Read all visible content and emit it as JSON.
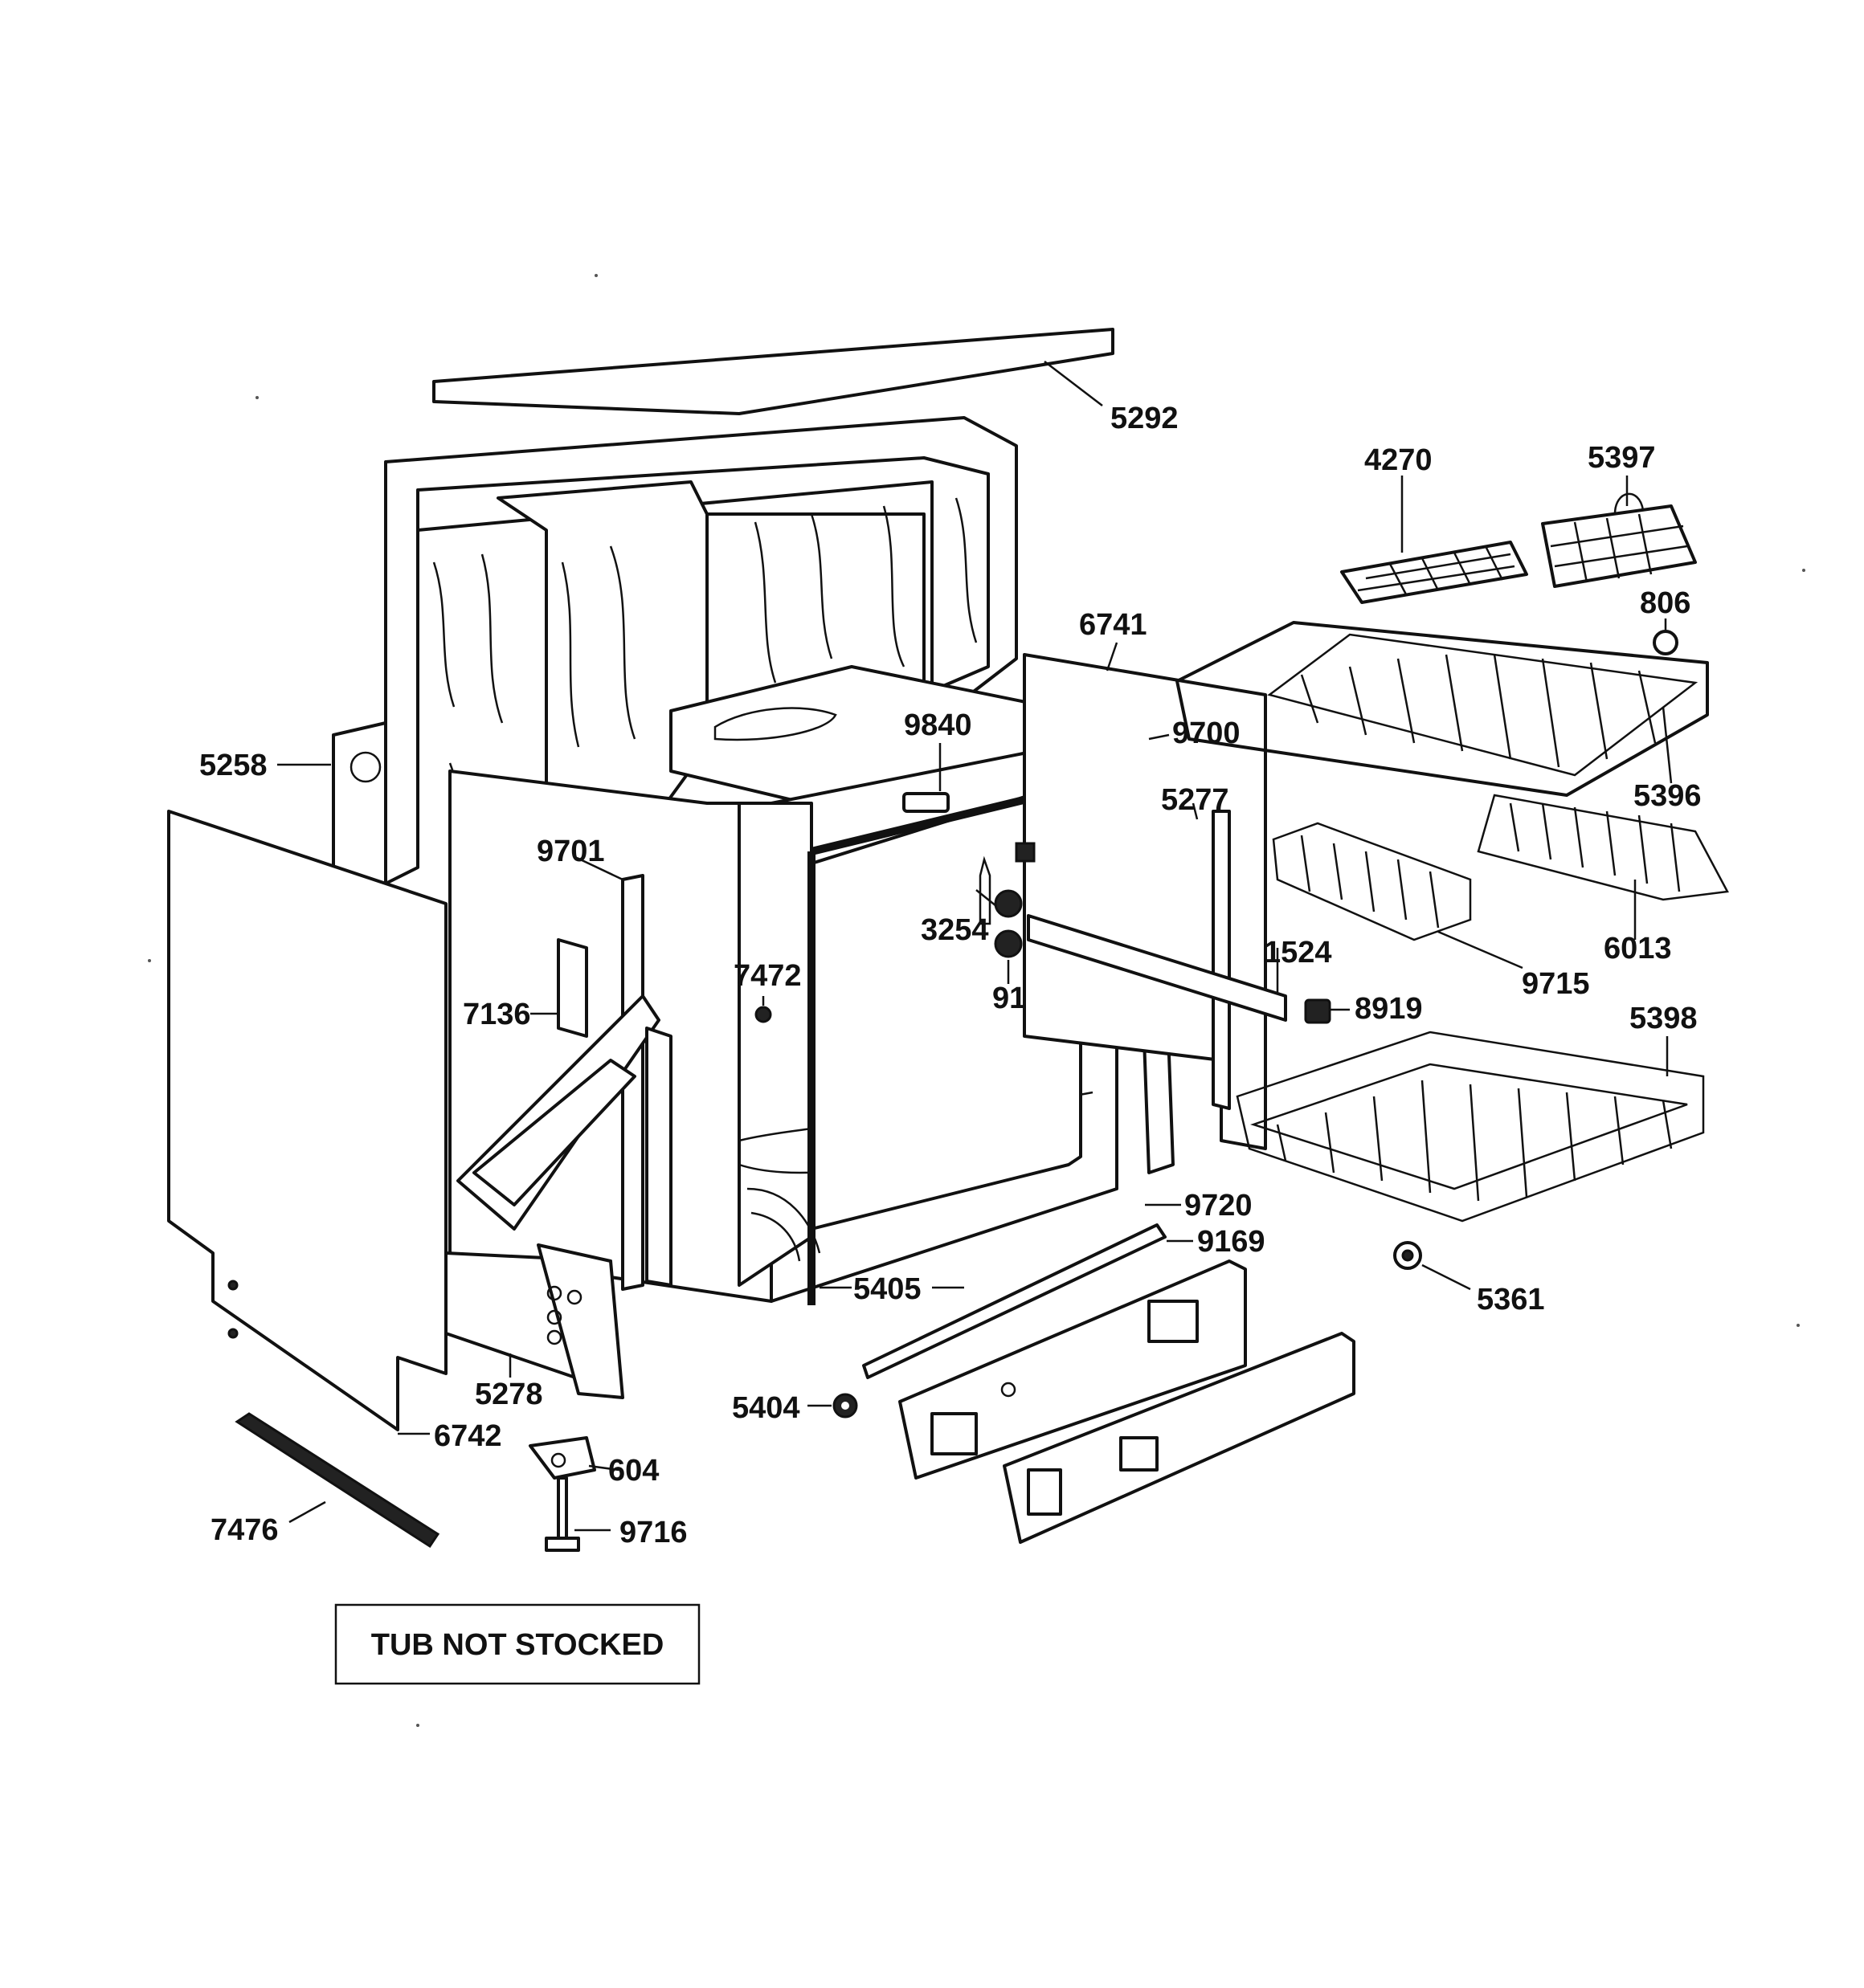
{
  "diagram": {
    "parts": {
      "p5292": "5292",
      "p4270": "4270",
      "p5397": "5397",
      "p806": "806",
      "p6741": "6741",
      "p9840": "9840",
      "p9700": "9700",
      "p5258": "5258",
      "p5277": "5277",
      "p9701": "9701",
      "p5396": "5396",
      "p3254": "3254",
      "p1524": "1524",
      "p6013": "6013",
      "p7472": "7472",
      "p91": "91",
      "p9715": "9715",
      "p7136": "7136",
      "p8919": "8919",
      "p5398": "5398",
      "p9720": "9720",
      "p9169": "9169",
      "p5405": "5405",
      "p5361": "5361",
      "p5278": "5278",
      "p5404": "5404",
      "p6742": "6742",
      "p604": "604",
      "p9716": "9716",
      "p7476": "7476"
    },
    "note": "TUB NOT STOCKED"
  }
}
